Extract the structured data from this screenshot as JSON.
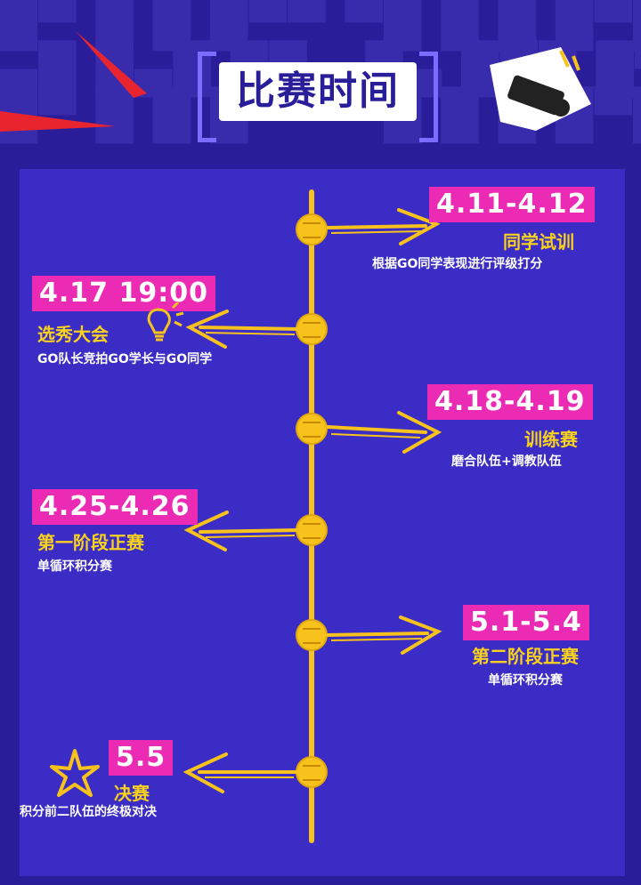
{
  "header": {
    "title": "比赛时间"
  },
  "colors": {
    "background": "#2a1d9a",
    "panel": "#3a2cc4",
    "accent_yellow": "#f8c21d",
    "tag_pink": "#ec2bb4"
  },
  "timeline": [
    {
      "date": "4.11-4.12",
      "title": "同学试训",
      "desc": "根据GO同学表现进行评级打分"
    },
    {
      "date": "4.17  19:00",
      "title": "选秀大会",
      "desc": "GO队长竞拍GO学长与GO同学"
    },
    {
      "date": "4.18-4.19",
      "title": "训练赛",
      "desc": "磨合队伍+调教队伍"
    },
    {
      "date": "4.25-4.26",
      "title": "第一阶段正赛",
      "desc": "单循环积分赛"
    },
    {
      "date": "5.1-5.4",
      "title": "第二阶段正赛",
      "desc": "单循环积分赛"
    },
    {
      "date": "5.5",
      "title": "决赛",
      "desc": "积分前二队伍的终极对决"
    }
  ],
  "icons": {
    "header_deco": "gamepad-sticker-icon",
    "lightbulb": "lightbulb-icon",
    "star": "star-icon"
  }
}
